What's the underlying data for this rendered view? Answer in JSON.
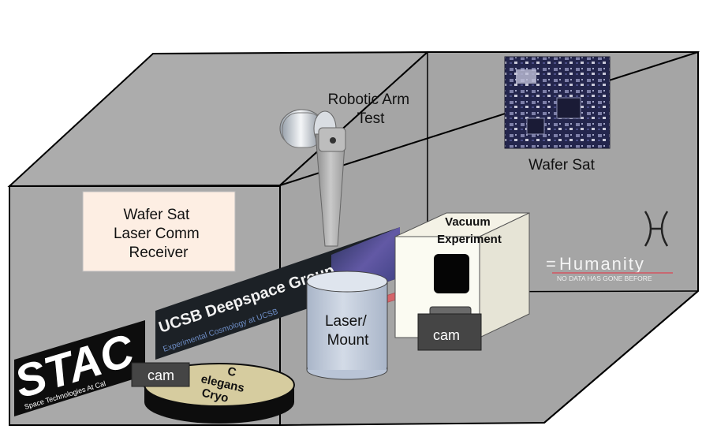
{
  "labels": {
    "robotic_arm": [
      "Robotic Arm",
      "Test"
    ],
    "wafer_sat": "Wafer Sat",
    "receiver": [
      "Wafer Sat",
      "Laser Comm",
      "Receiver"
    ],
    "vacuum": [
      "Vacuum",
      "Experiment"
    ],
    "laser_mount": [
      "Laser/",
      "Mount"
    ],
    "cam_right": "cam",
    "cam_left": "cam",
    "dish": [
      "C",
      "elegans",
      "Cryo"
    ]
  },
  "logos": {
    "ucsb": {
      "title": "UCSB Deepspace Group",
      "subtitle": "Experimental Cosmology at UCSB"
    },
    "stac": {
      "title": "STAC",
      "subtitle": "Space Technologies At Cal"
    },
    "humanity": {
      "title": "Humanity",
      "prefix": "=",
      "subtitle": "NO DATA HAS GONE BEFORE"
    }
  },
  "colors": {
    "wall": "#a9a9a9",
    "wall_back": "#a3a3a3",
    "receiver_box": "#fdeee3",
    "vacuum_box": "#fbfbf2",
    "cylinder": "#c6cfde",
    "laser_beam": "#d5656a",
    "dish_top": "#d6cc9f",
    "cam": "#444444",
    "logo_bg": "#111111"
  }
}
